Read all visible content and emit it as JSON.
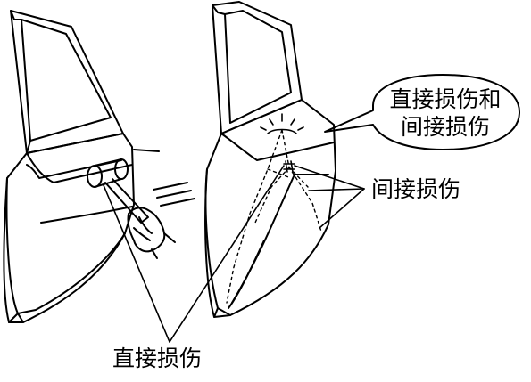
{
  "labels": {
    "bubble_line1": "直接损伤和",
    "bubble_line2": "间接损伤",
    "indirect_damage": "间接损伤",
    "direct_damage": "直接损伤"
  },
  "colors": {
    "stroke": "#000000",
    "background": "#ffffff"
  }
}
